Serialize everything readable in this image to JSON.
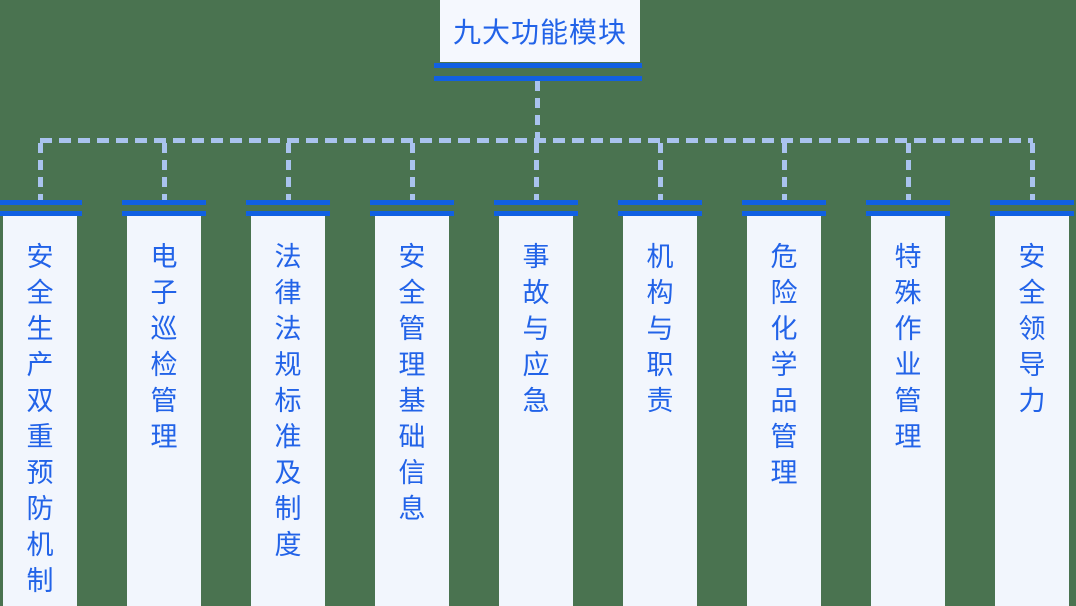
{
  "root": {
    "title": "九大功能模块"
  },
  "modules": [
    {
      "label": "安全生产双重预防机制"
    },
    {
      "label": "电子巡检管理"
    },
    {
      "label": "法律法规标准及制度"
    },
    {
      "label": "安全管理基础信息"
    },
    {
      "label": "事故与应急"
    },
    {
      "label": "机构与职责"
    },
    {
      "label": "危险化学品管理"
    },
    {
      "label": "特殊作业管理"
    },
    {
      "label": "安全领导力"
    }
  ],
  "colors": {
    "background": "#4a7350",
    "solid_line_blue": "#1160e2",
    "dashed_line_blue": "#a9c3ee",
    "panel_background": "#f2f6fd",
    "root_box_background": "#f5f8fe",
    "text_blue": "#2263e8"
  }
}
